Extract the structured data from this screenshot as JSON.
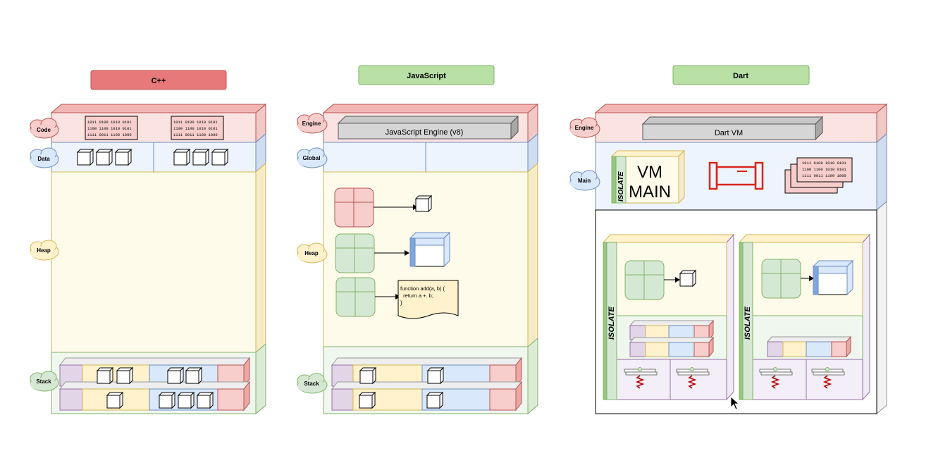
{
  "headers": {
    "cpp": "C++",
    "js": "JavaScript",
    "dart": "Dart"
  },
  "clouds": {
    "code": "Code",
    "data": "Data",
    "heap": "Heap",
    "stack": "Stack",
    "engine": "Engine",
    "global": "Global",
    "main": "Main"
  },
  "binary": {
    "line1": "1011 0100 1010 0101",
    "line2": "1100 1100 1010 0101",
    "line3": "1111 0011 1100 1000"
  },
  "js": {
    "engine_label": "JavaScript Engine (v8)",
    "code_line1": "function add(a, b) {",
    "code_line2": "  return a +. b;",
    "code_line3": "}"
  },
  "dart": {
    "engine_label": "Dart VM",
    "isolate_label": "ISOLATE",
    "vm_label": "VM",
    "main_label": "MAIN"
  },
  "colors": {
    "red": "#f8cecc",
    "red_stroke": "#b85450",
    "blue": "#dae8fc",
    "blue_stroke": "#6c8ebf",
    "green": "#d5e8d4",
    "green_stroke": "#82b366",
    "yellow": "#fff2cc",
    "yellow_stroke": "#d6b656",
    "purple": "#e1d5e7",
    "purple_stroke": "#9673a6",
    "grey": "#d6d6d6"
  }
}
